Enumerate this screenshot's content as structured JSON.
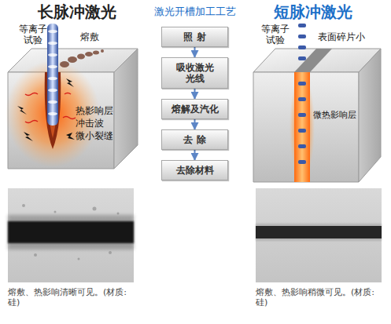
{
  "diagram": {
    "title": "激光开槽加工工艺",
    "nodes": [
      {
        "text": [
          "照 射"
        ]
      },
      {
        "text": [
          "吸收激光光线"
        ]
      },
      {
        "text": [
          "熔解及汽化"
        ]
      },
      {
        "text": [
          "去 除"
        ]
      },
      {
        "text": [
          "去除材料"
        ]
      }
    ],
    "edges": [
      {
        "from": 0,
        "to": 1,
        "arrow": "to"
      },
      {
        "from": 1,
        "to": 2,
        "arrow": "to"
      },
      {
        "from": 2,
        "to": 3,
        "arrow": "to"
      },
      {
        "from": 3,
        "to": 4,
        "arrow": "to"
      }
    ],
    "labels": [
      "长脉冲激光",
      "短脉冲激光",
      "等离子试验",
      "熔敷",
      "热影响层",
      "冲击波",
      "微小裂缝",
      "等离子试验",
      "表面碎片小",
      "微热影响层",
      "熔敷、热影响清晰可见。(材质: 硅)",
      "熔敷、热影响稍微可见。(材质: 硅)"
    ]
  }
}
